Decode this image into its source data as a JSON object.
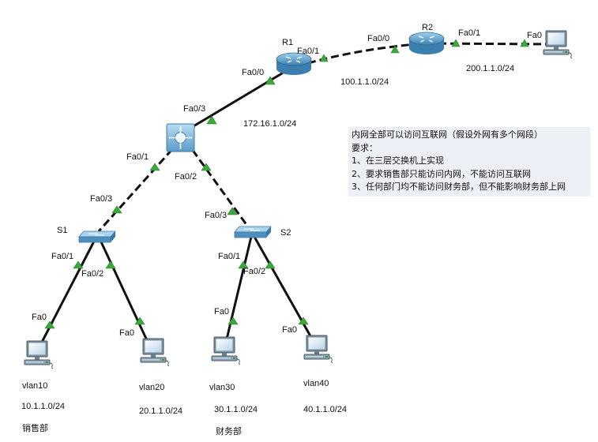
{
  "devices": {
    "r1": {
      "label": "R1"
    },
    "r2": {
      "label": "R2"
    },
    "s1": {
      "label": "S1"
    },
    "s2": {
      "label": "S2"
    }
  },
  "ports": {
    "r1_fa01": "Fa0/1",
    "r1_fa00": "Fa0/0",
    "r2_fa00": "Fa0/0",
    "r2_fa01": "Fa0/1",
    "pc_top_fa0": "Fa0",
    "ms_fa03": "Fa0/3",
    "ms_fa01": "Fa0/1",
    "ms_fa02": "Fa0/2",
    "s1_fa03": "Fa0/3",
    "s1_fa01": "Fa0/1",
    "s1_fa02": "Fa0/2",
    "s2_fa03": "Fa0/3",
    "s2_fa01": "Fa0/1",
    "s2_fa02": "Fa0/2",
    "pc10_fa0": "Fa0",
    "pc20_fa0": "Fa0",
    "pc30_fa0": "Fa0",
    "pc40_fa0": "Fa0"
  },
  "networks": {
    "r1_r2": "100.1.1.0/24",
    "r2_pc": "200.1.1.0/24",
    "ms_r1": "172.16.1.0/24"
  },
  "hosts": [
    {
      "vlan": "vlan10",
      "subnet": "10.1.1.0/24",
      "dept": "销售部"
    },
    {
      "vlan": "vlan20",
      "subnet": "20.1.1.0/24",
      "dept": ""
    },
    {
      "vlan": "vlan30",
      "subnet": "30.1.1.0/24",
      "dept": "财务部"
    },
    {
      "vlan": "vlan40",
      "subnet": "40.1.1.0/24",
      "dept": ""
    }
  ],
  "note": {
    "line1": "内网全部可以访问互联网（假设外网有多个网段）",
    "line2": "要求：",
    "line3": "1、在三层交换机上实现",
    "line4": "2、要求销售部只能访问内网，不能访问互联网",
    "line5": "3、任何部门均不能访问财务部，但不能影响财务部上网"
  },
  "colors": {
    "link": "#111111",
    "port_up": "#3aa83a",
    "router": "#5a9fc8",
    "switch": "#6aaed6",
    "pc": "#6f8fa8",
    "note_bg": "#eef0f8"
  }
}
